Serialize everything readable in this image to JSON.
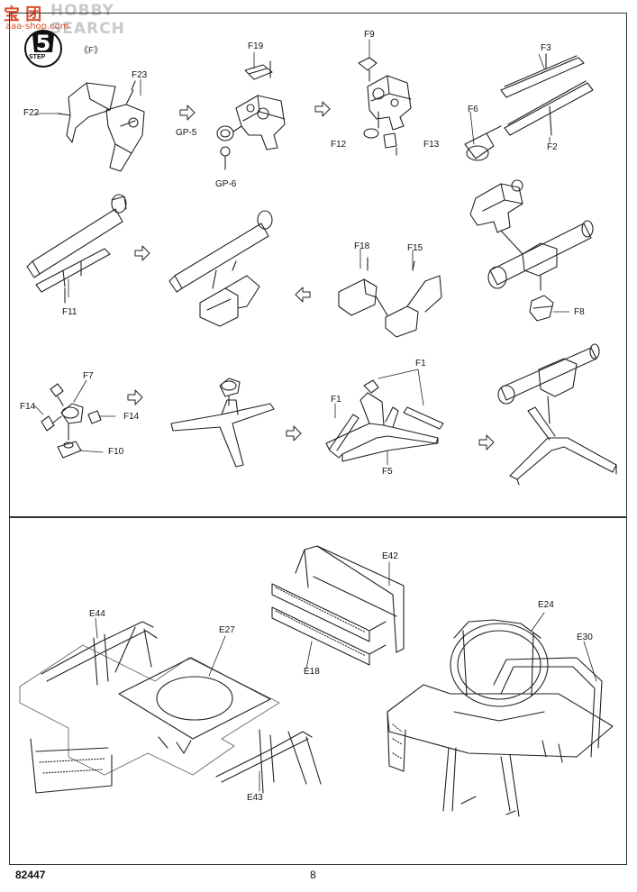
{
  "watermark": {
    "brand": "HOBBY SEARCH",
    "cn": "宝 团",
    "url": "aaa-shop.com"
  },
  "step": {
    "number": "5",
    "label": "STEP"
  },
  "subassembly_mark": "《F》",
  "parts_top": {
    "f22": "F22",
    "f23": "F23",
    "f19": "F19",
    "gp5": "GP-5",
    "gp6": "GP-6",
    "f9": "F9",
    "f12": "F12",
    "f13": "F13",
    "f3": "F3",
    "f6": "F6",
    "f2": "F2",
    "f11": "F11",
    "f18": "F18",
    "f15": "F15",
    "f8": "F8",
    "f14a": "F14",
    "f7": "F7",
    "f14b": "F14",
    "f10": "F10",
    "f1a": "F1",
    "f1b": "F1",
    "f5": "F5"
  },
  "parts_bottom": {
    "e42": "E42",
    "e44": "E44",
    "e27": "E27",
    "e18": "E18",
    "e24": "E24",
    "e30": "E30",
    "e43": "E43"
  },
  "footer": {
    "code": "82447",
    "page": "8"
  },
  "colors": {
    "ink": "#111111",
    "panel_border": "#333333",
    "watermark_red": "#d94e2b"
  }
}
